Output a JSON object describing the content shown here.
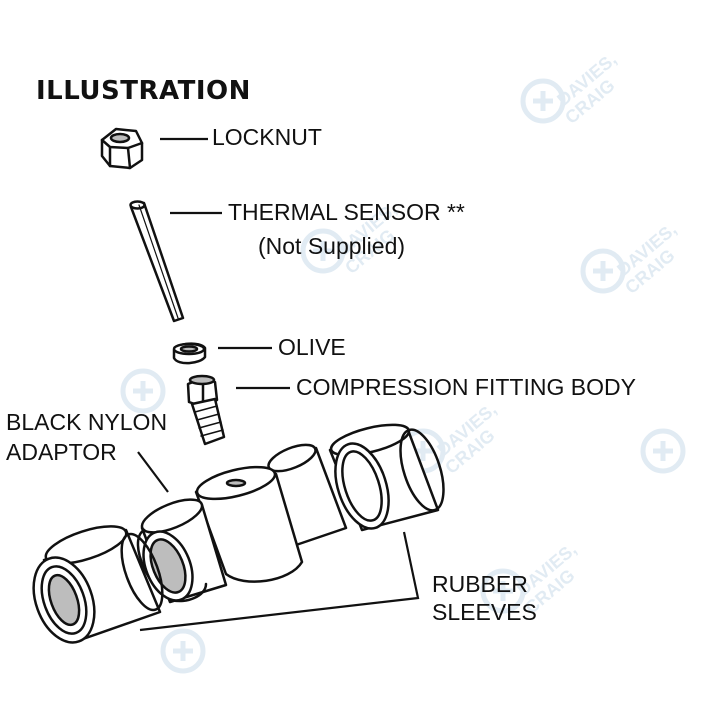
{
  "heading": "ILLUSTRATION",
  "labels": {
    "locknut": "LOCKNUT",
    "thermal_sensor": "THERMAL SENSOR **",
    "not_supplied": "(Not Supplied)",
    "olive": "OLIVE",
    "fitting_body": "COMPRESSION FITTING BODY",
    "adaptor_line1": "BLACK NYLON",
    "adaptor_line2": "ADAPTOR",
    "sleeves_line1": "RUBBER",
    "sleeves_line2": "SLEEVES"
  },
  "watermark": {
    "line1": "DAVIES,",
    "line2": "CRAIG",
    "color": "#4d86b8"
  },
  "colors": {
    "ink": "#111111",
    "part_fill": "#ffffff",
    "shade": "#bdbdbd"
  }
}
